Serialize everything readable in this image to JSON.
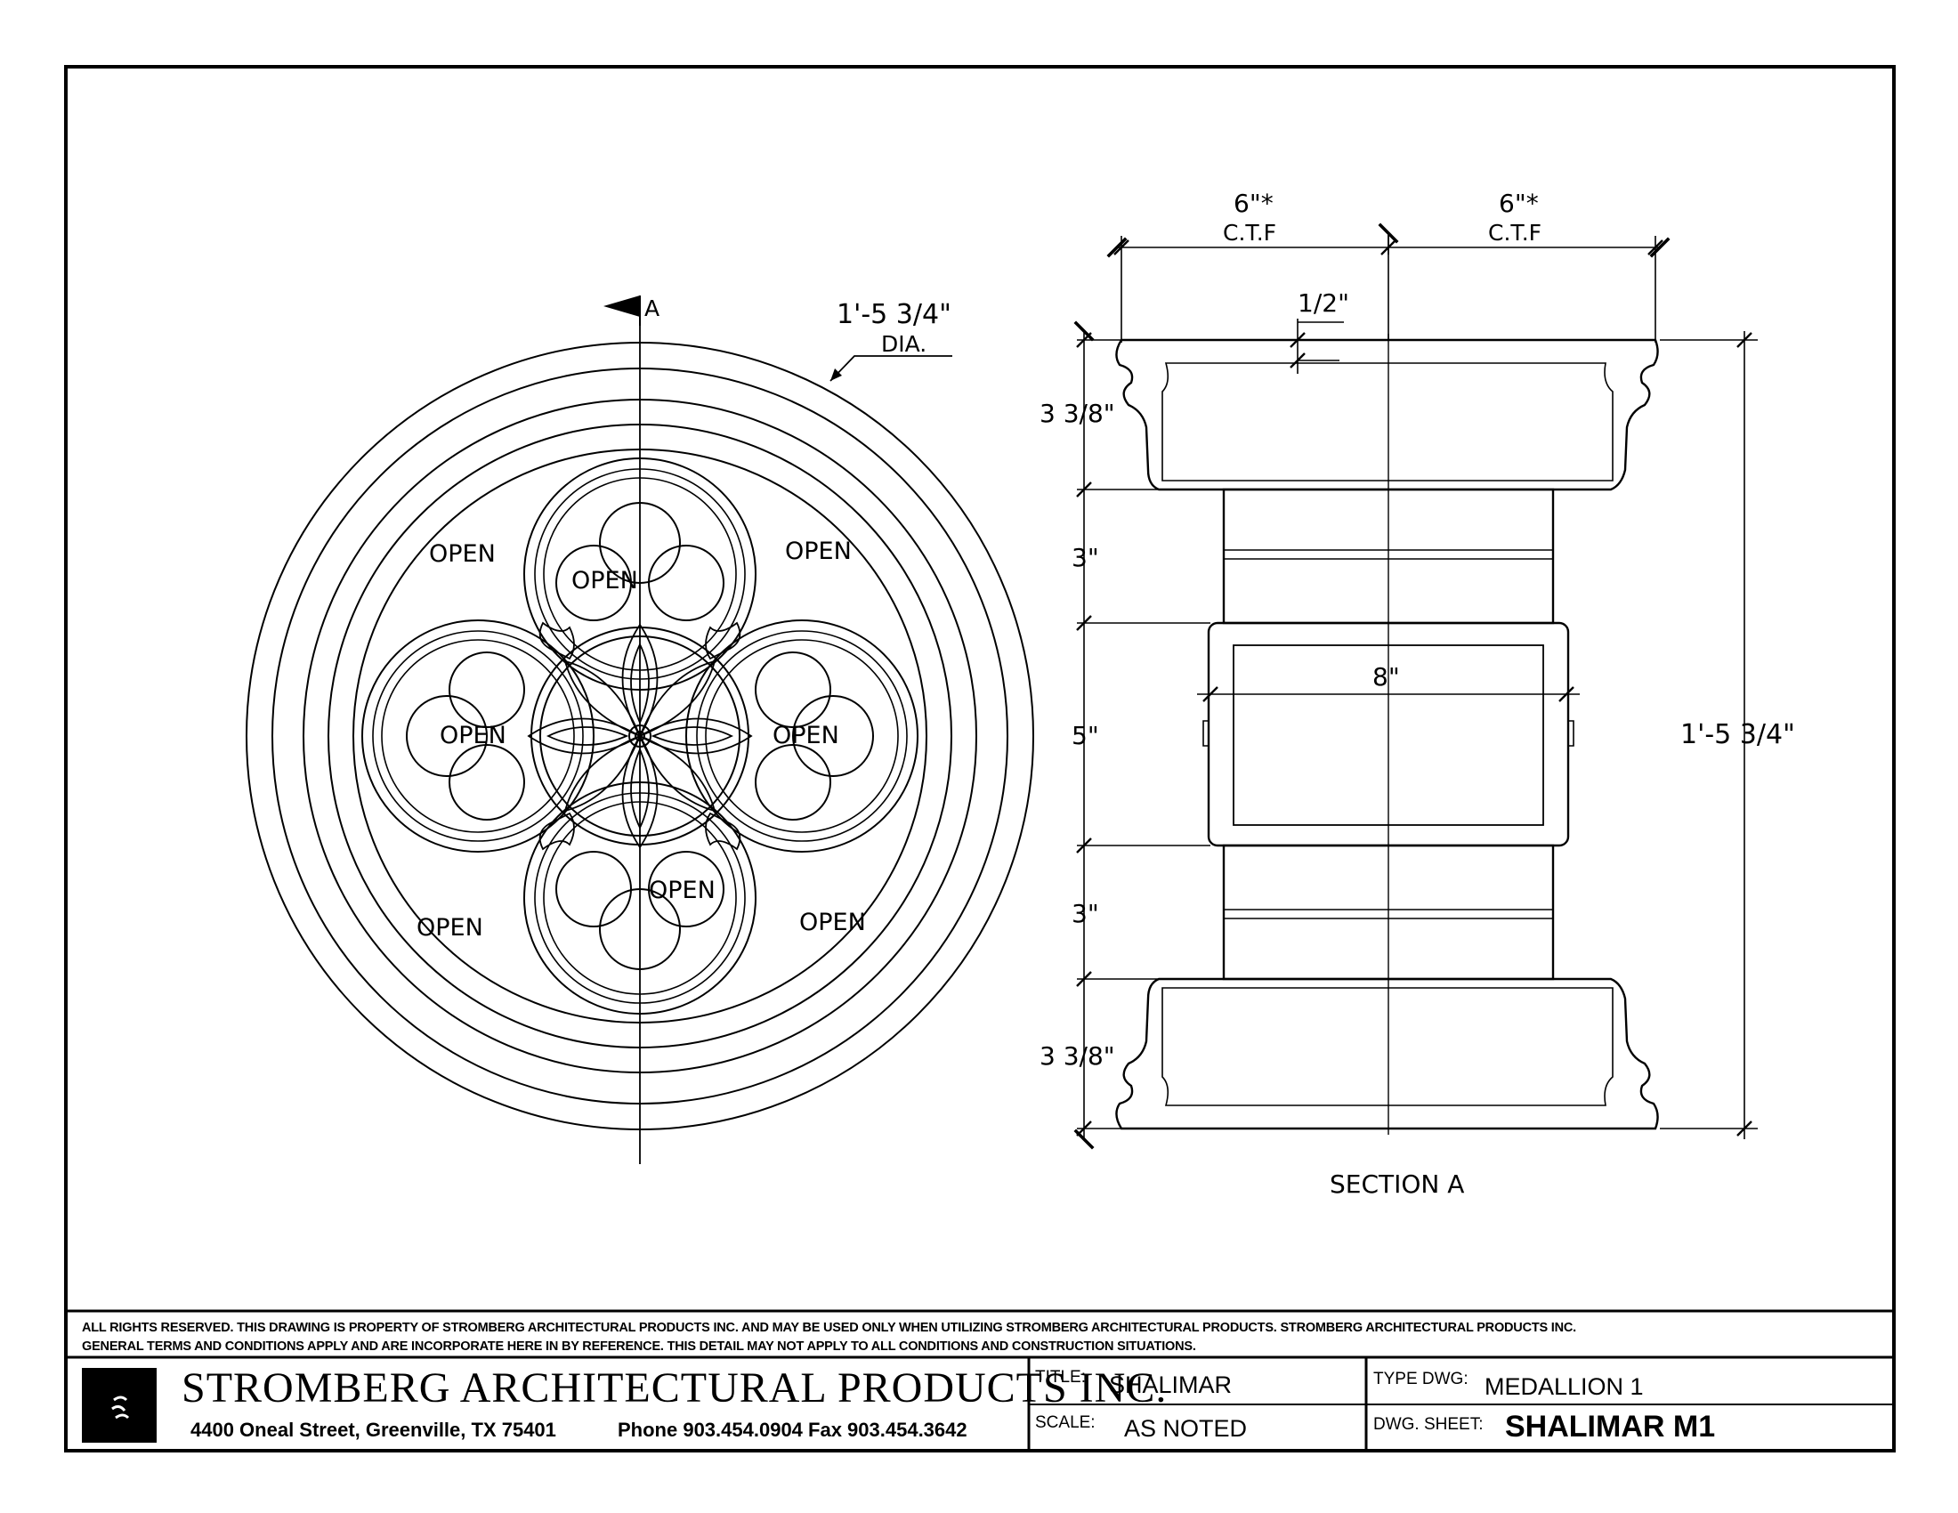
{
  "plan": {
    "section_marker": "A",
    "diameter_dim": "1'-5 3/4\"",
    "diameter_note": "DIA.",
    "open_label": "OPEN"
  },
  "section": {
    "top_dims": [
      {
        "value": "6\"*",
        "note": "C.T.F"
      },
      {
        "value": "6\"*",
        "note": "C.T.F"
      }
    ],
    "lip_dim": "1/2\"",
    "left_dims": [
      "3 3/8\"",
      "3\"",
      "5\"",
      "3\"",
      "3 3/8\""
    ],
    "inner_width": "8\"",
    "overall_height": "1'-5 3/4\"",
    "caption": "SECTION  A"
  },
  "disclaimer": {
    "line1": "ALL RIGHTS RESERVED. THIS DRAWING IS PROPERTY OF STROMBERG ARCHITECTURAL PRODUCTS INC. AND MAY BE USED ONLY WHEN UTILIZING STROMBERG ARCHITECTURAL PRODUCTS.  STROMBERG ARCHITECTURAL PRODUCTS INC.",
    "line2": "GENERAL TERMS AND CONDITIONS APPLY AND ARE INCORPORATE HERE IN BY REFERENCE.  THIS DETAIL MAY NOT APPLY TO ALL CONDITIONS AND CONSTRUCTION SITUATIONS."
  },
  "title_block": {
    "company": "STROMBERG ARCHITECTURAL PRODUCTS INC.",
    "address": "4400 Oneal Street, Greenville, TX  75401",
    "contact": "Phone 903.454.0904   Fax 903.454.3642",
    "title_label": "TITLE:",
    "title_value": "SHALIMAR",
    "scale_label": "SCALE:",
    "scale_value": "AS NOTED",
    "type_label": "TYPE DWG:",
    "type_value": "MEDALLION 1",
    "sheet_label": "DWG. SHEET:",
    "sheet_value": "SHALIMAR M1"
  }
}
